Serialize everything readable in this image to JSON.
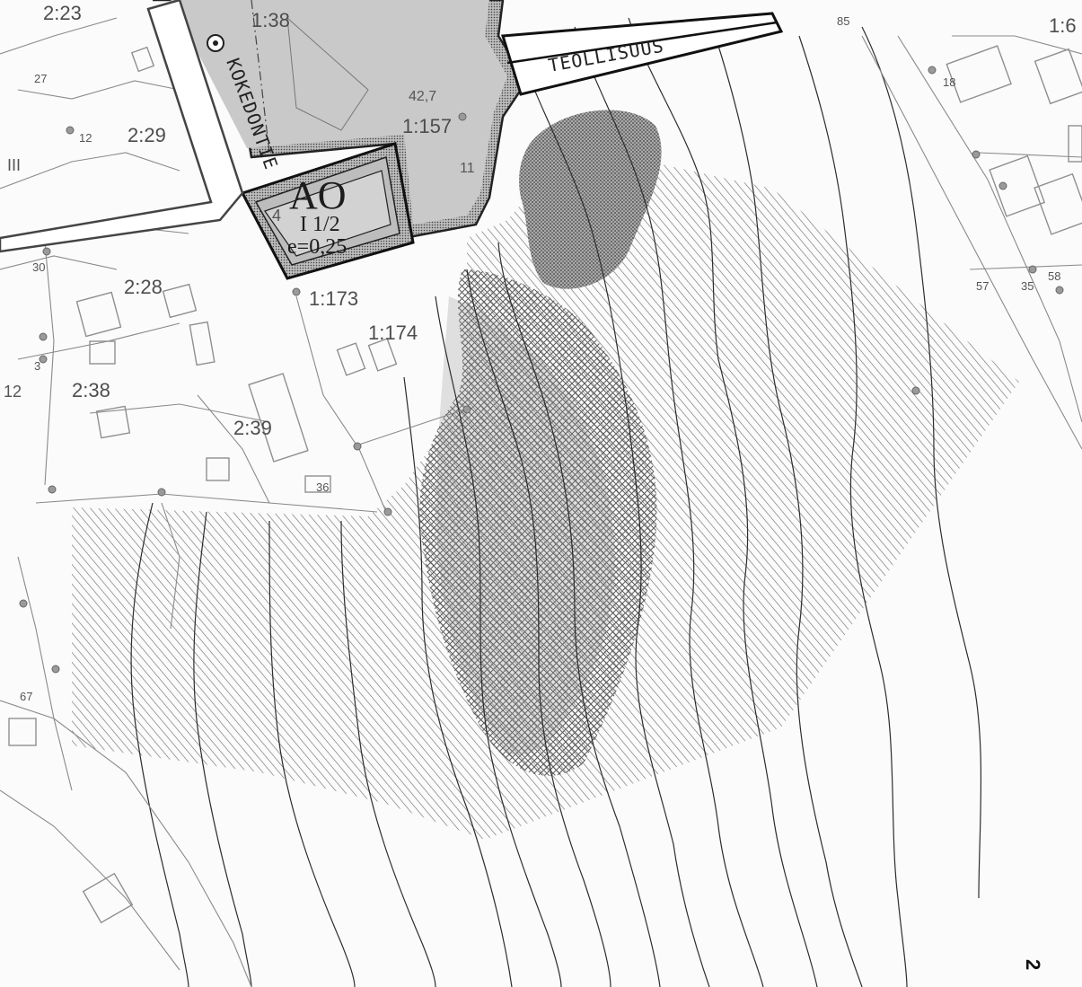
{
  "map": {
    "road_labels": {
      "teollisuus": "TEOLLISUUS",
      "kokedontie": "KOKEDONTIE"
    },
    "zone": {
      "code": "AO",
      "floors": "I 1/2",
      "efficiency": "e=0,25",
      "corner_digit": "4"
    },
    "parcel_labels": [
      {
        "id": "p-2-23",
        "text": "2:23"
      },
      {
        "id": "p-1-38",
        "text": "1:38"
      },
      {
        "id": "p-2-29",
        "text": "2:29"
      },
      {
        "id": "p-1-157",
        "text": "1:157"
      },
      {
        "id": "p-2-28",
        "text": "2:28"
      },
      {
        "id": "p-1-173",
        "text": "1:173"
      },
      {
        "id": "p-1-174",
        "text": "1:174"
      },
      {
        "id": "p-2-38",
        "text": "2:38"
      },
      {
        "id": "p-2-39",
        "text": "2:39"
      },
      {
        "id": "p-1-6",
        "text": "1:6"
      }
    ],
    "minor_labels": [
      {
        "id": "m-27",
        "text": "27"
      },
      {
        "id": "m-12",
        "text": "12"
      },
      {
        "id": "m-iii",
        "text": "III"
      },
      {
        "id": "m-42-7",
        "text": "42,7"
      },
      {
        "id": "m-11",
        "text": "11"
      },
      {
        "id": "m-30",
        "text": "30"
      },
      {
        "id": "m-3",
        "text": "3"
      },
      {
        "id": "m-12b",
        "text": "12"
      },
      {
        "id": "m-57",
        "text": "57"
      },
      {
        "id": "m-35",
        "text": "35"
      },
      {
        "id": "m-58",
        "text": "58"
      },
      {
        "id": "m-85",
        "text": "85"
      },
      {
        "id": "m-36",
        "text": "36"
      },
      {
        "id": "m-67",
        "text": "67"
      },
      {
        "id": "m-18",
        "text": "18"
      }
    ],
    "page_number": "2",
    "colors": {
      "zone_fill": "#c9c9c9",
      "hatch": "#5a5a5a",
      "dense_stipple": "#6e6e6e",
      "crosshatch": "#4a4a4a"
    }
  }
}
